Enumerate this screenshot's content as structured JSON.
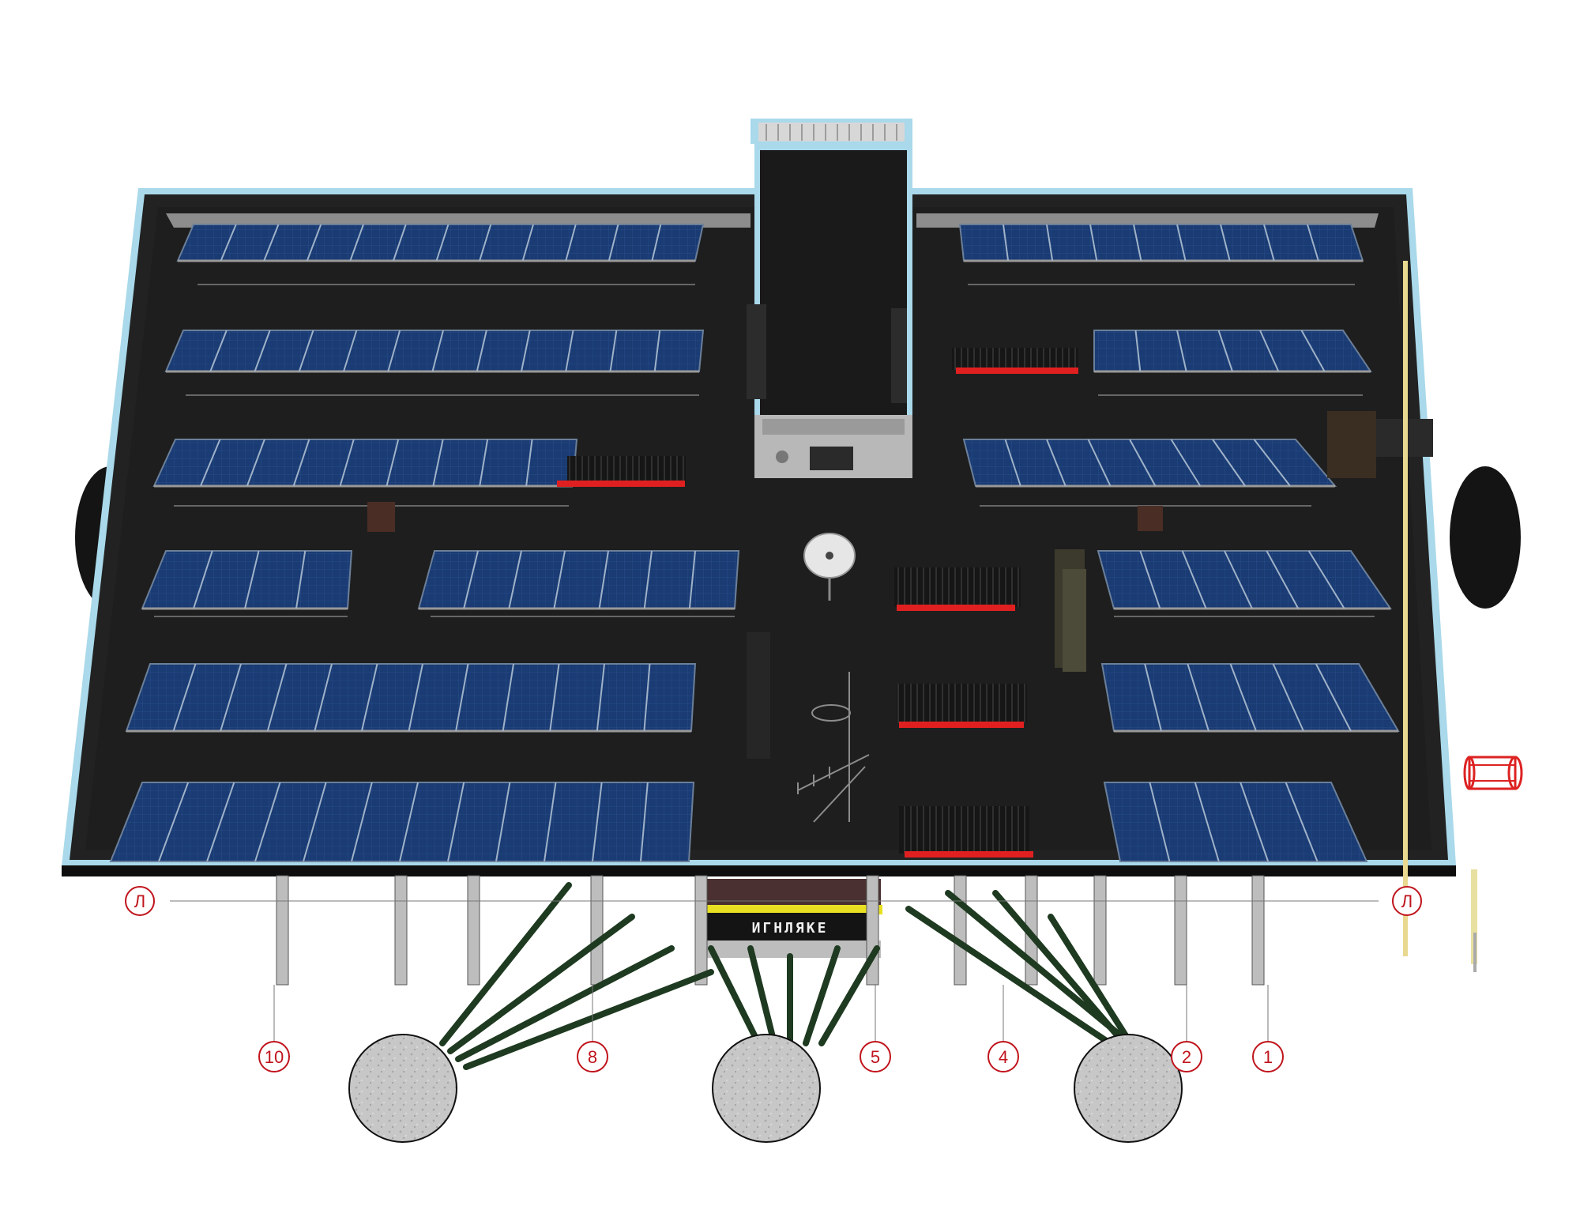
{
  "axis_markers": [
    {
      "id": "marker-grid-l-left",
      "label": "Л"
    },
    {
      "id": "marker-grid-l-right",
      "label": "Л"
    },
    {
      "id": "marker-grid-10",
      "label": "10"
    },
    {
      "id": "marker-grid-8",
      "label": "8"
    },
    {
      "id": "marker-grid-5",
      "label": "5"
    },
    {
      "id": "marker-grid-4",
      "label": "4"
    },
    {
      "id": "marker-grid-2",
      "label": "2"
    },
    {
      "id": "marker-grid-1",
      "label": "1"
    }
  ],
  "sign": {
    "text": "ИГНЛЯКЕ"
  },
  "colors": {
    "roof": "#1e1e1e",
    "parapet": "#a9d9ea",
    "panel": "#1a3b73",
    "panel_frame": "#5c6f86",
    "collector_red": "#e02020",
    "pier": "#bdbdbd",
    "brace": "#1e3a20",
    "marker": "#c0141c"
  },
  "icons": {
    "satellite_dish": "satellite-dish-icon",
    "antenna": "tv-antenna-icon",
    "ladder": "ladder-cage-icon"
  }
}
